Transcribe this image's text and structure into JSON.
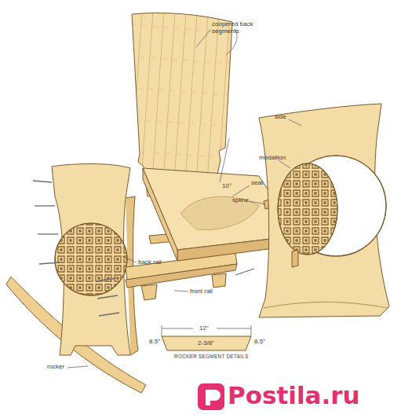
{
  "diagram": {
    "labels": [
      "coopered back segments",
      "10°",
      "side",
      "medallion",
      "seat",
      "spline",
      "back rail",
      "front rail",
      "12\"",
      "8.5°",
      "2-3/8\"",
      "8.5°",
      "ROCKER SEGMENT DETAILS",
      "rocker",
      "Postila.ru"
    ]
  }
}
